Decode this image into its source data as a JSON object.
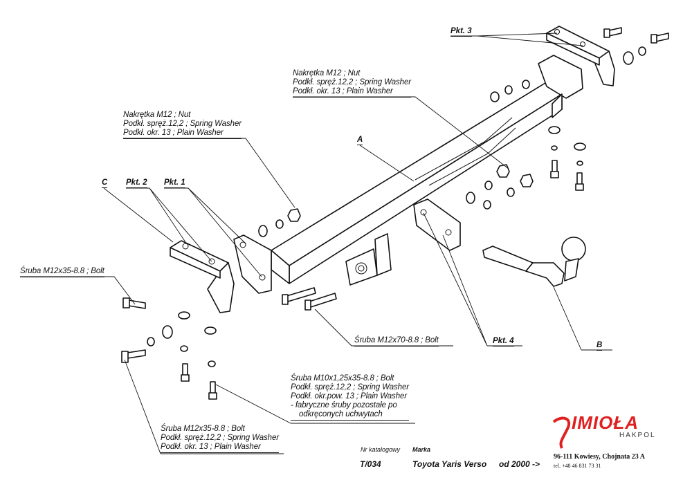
{
  "labels": {
    "pkt1": "Pkt. 1",
    "pkt2": "Pkt. 2",
    "pkt3": "Pkt. 3",
    "pkt4": "Pkt. 4",
    "part_a": "A",
    "part_b": "B",
    "part_c": "C"
  },
  "callouts": {
    "nut_top": [
      "Nakrętka M12 ; Nut",
      "Podkł. spręż.12,2 ; Spring Washer",
      "Podkł. okr. 13 ; Plain Washer"
    ],
    "nut_left": [
      "Nakrętka M12 ; Nut",
      "Podkł. spręż.12,2 ; Spring Washer",
      "Podkł. okr. 13 ; Plain Washer"
    ],
    "bolt_left": "Śruba M12x35-8.8 ; Bolt",
    "bolt_mid": "Śruba M12x70-8.8 ; Bolt",
    "bolt_m10": [
      "Śruba M10x1,25x35-8.8 ; Bolt",
      "Podkł. spręż.12,2 ; Spring Washer",
      "Podkł. okr.pow. 13 ; Plain Washer",
      "- fabryczne śruby pozostałe po",
      "odkręconych uchwytach"
    ],
    "bolt_bottom": [
      "Śruba M12x35-8.8 ; Bolt",
      "Podkł. spręż.12,2 ; Spring Washer",
      "Podkł. okr. 13 ; Plain Washer"
    ]
  },
  "footer": {
    "catalog_label": "Nr katalogowy",
    "brand_label": "Marka",
    "catalog_number": "T/034",
    "model": "Toyota Yaris Verso",
    "from_year": "od 2000 ->"
  },
  "company": {
    "logo": "IMIOŁA",
    "sub": "HAKPOL",
    "address": "96-111 Kowiesy, Chojnata 23 A",
    "phone": "tel. +48 46 831 73 31",
    "brand_color": "#e02020"
  }
}
